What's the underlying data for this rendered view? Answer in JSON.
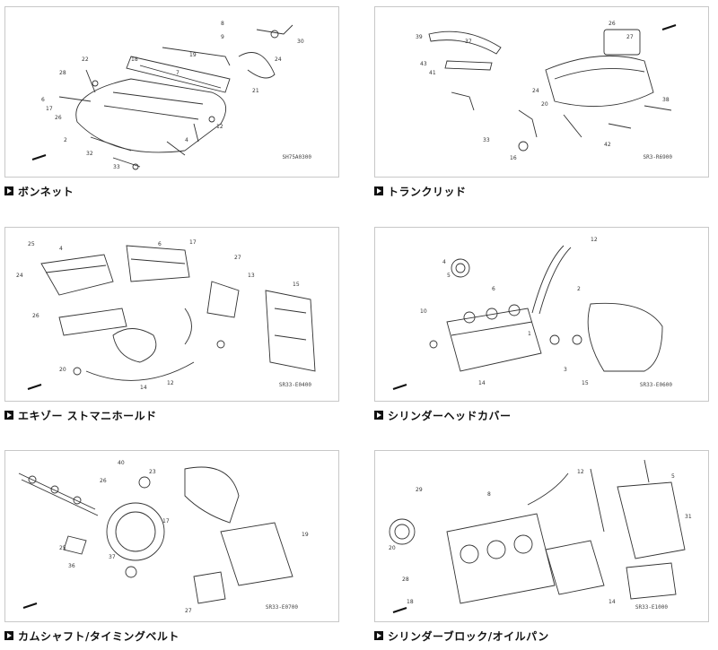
{
  "cards": [
    {
      "caption": "ボンネット",
      "code": "SH75A0300"
    },
    {
      "caption": "トランクリッド",
      "code": "SR3-R6900"
    },
    {
      "caption": "エキゾー ストマニホールド",
      "code": "SR33-E0400"
    },
    {
      "caption": "シリンダーヘッドカバー",
      "code": "SR33-E0600"
    },
    {
      "caption": "カムシャフト/タイミングベルト",
      "code": "SR33-E0700"
    },
    {
      "caption": "シリンダーブロック/オイルパン",
      "code": "SR33-E1000"
    }
  ],
  "icons": {
    "caption_arrow": "right-arrow-icon"
  }
}
